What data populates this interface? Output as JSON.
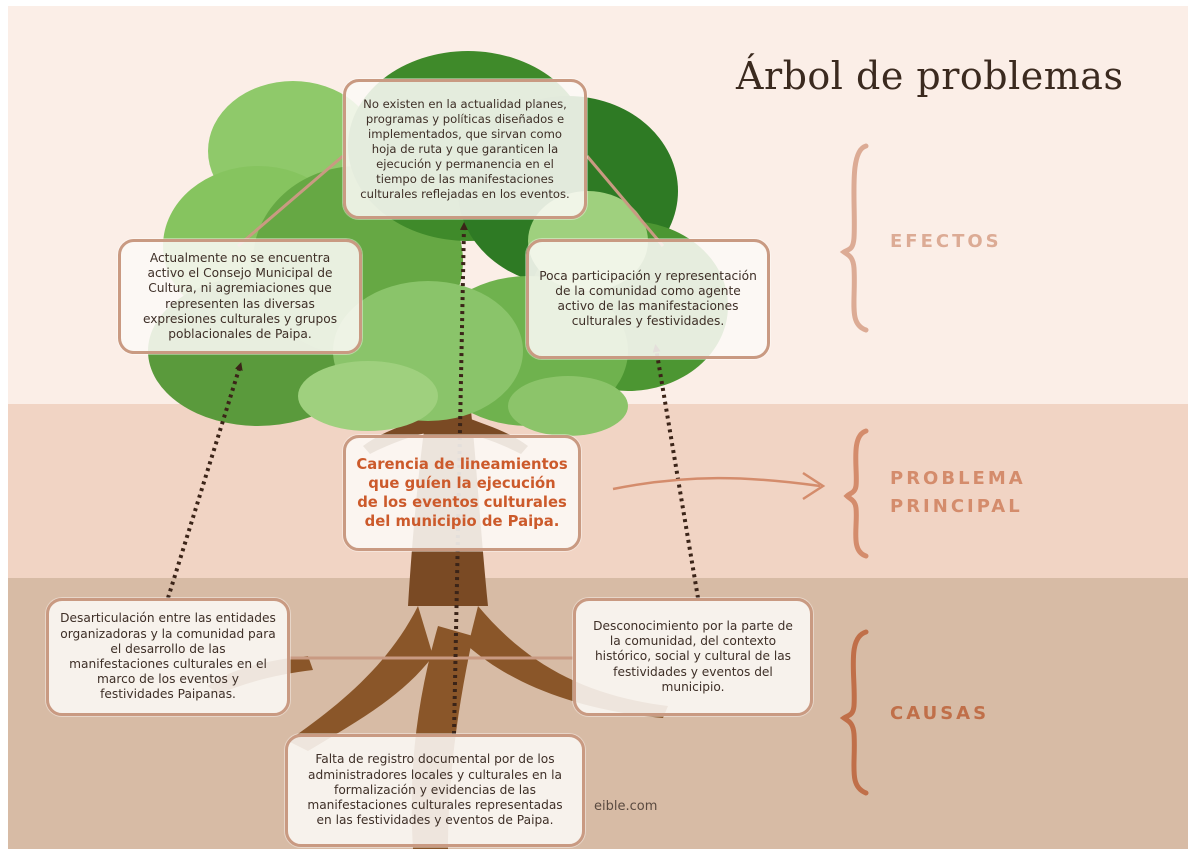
{
  "title": "Árbol de problemas",
  "sections": {
    "effects": "EFECTOS",
    "problem": "PROBLEMA PRINCIPAL",
    "causes": "CAUSAS"
  },
  "effects": {
    "top": "No existen en la actualidad planes, programas y políticas diseñados e implementados, que sirvan como hoja de ruta y que garanticen la ejecución y permanencia en el tiempo de las manifestaciones culturales reflejadas en los eventos.",
    "left": "Actualmente no se encuentra activo el Consejo Municipal de Cultura, ni agremiaciones que representen las diversas expresiones culturales y grupos poblacionales de Paipa.",
    "right": "Poca participación y representación de la comunidad como agente activo de las manifestaciones culturales y festividades."
  },
  "problem": "Carencia de lineamientos que guíen la ejecución de los eventos culturales del municipio de Paipa.",
  "causes": {
    "left": "Desarticulación entre las entidades organizadoras y la comunidad para el desarrollo de las manifestaciones culturales en el marco de los eventos y festividades Paipanas.",
    "right": "Desconocimiento por la parte de la comunidad, del contexto histórico, social y cultural de las festividades y eventos del municipio.",
    "bottom": "Falta de registro documental por de los administradores  locales y culturales en la formalización y evidencias de las manifestaciones culturales representadas en las festividades y eventos de Paipa."
  },
  "watermark": "eible.com",
  "colors": {
    "band_effects": "#fbeee7",
    "band_problem": "#f1d4c4",
    "band_causes": "#d7bba5",
    "box_border": "#c99a82",
    "problem_text": "#cc5a2b",
    "trunk": "#7a4a24",
    "arrow": "#3b2418"
  }
}
